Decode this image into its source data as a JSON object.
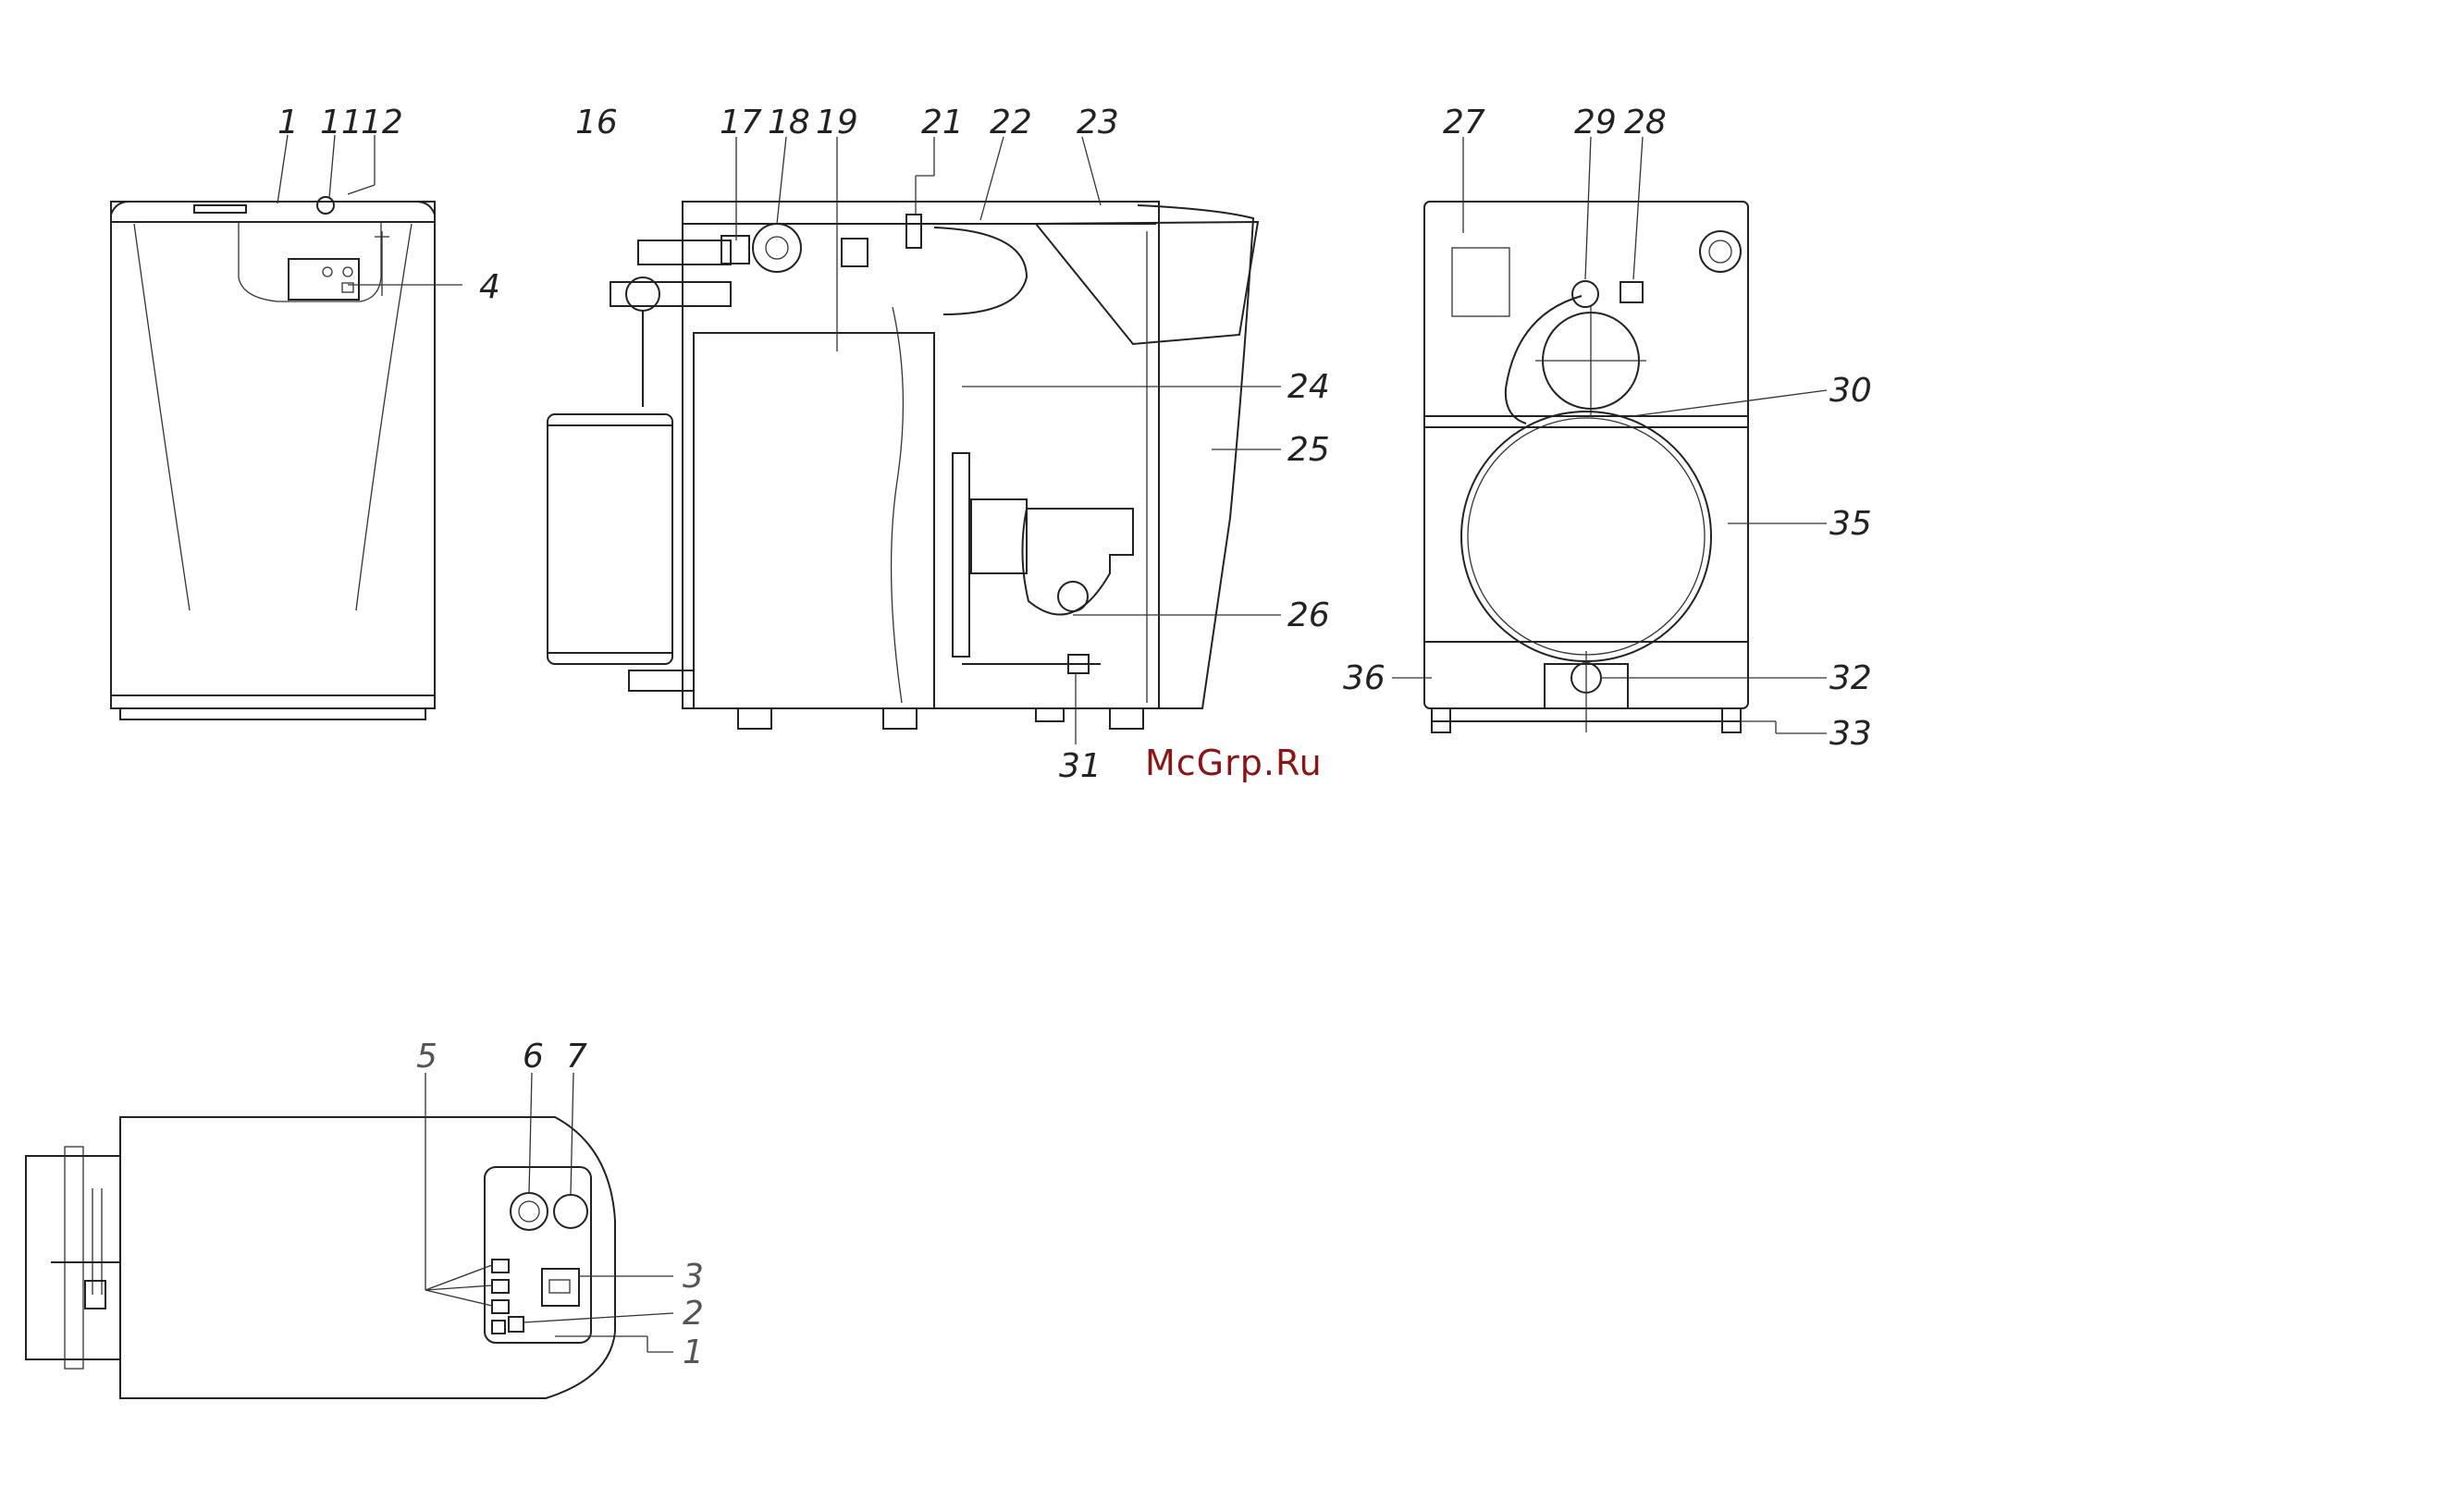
{
  "front_view": {
    "labels": [
      "1",
      "11",
      "12",
      "4"
    ]
  },
  "side_view": {
    "labels": [
      "16",
      "17",
      "18",
      "19",
      "21",
      "22",
      "23",
      "24",
      "25",
      "26",
      "31"
    ]
  },
  "rear_view": {
    "labels": [
      "27",
      "29",
      "28",
      "30",
      "35",
      "36",
      "32",
      "33"
    ]
  },
  "control_panel_view": {
    "labels": [
      "5",
      "6",
      "7",
      "3",
      "2",
      "1"
    ]
  },
  "watermark": "McGrp.Ru"
}
